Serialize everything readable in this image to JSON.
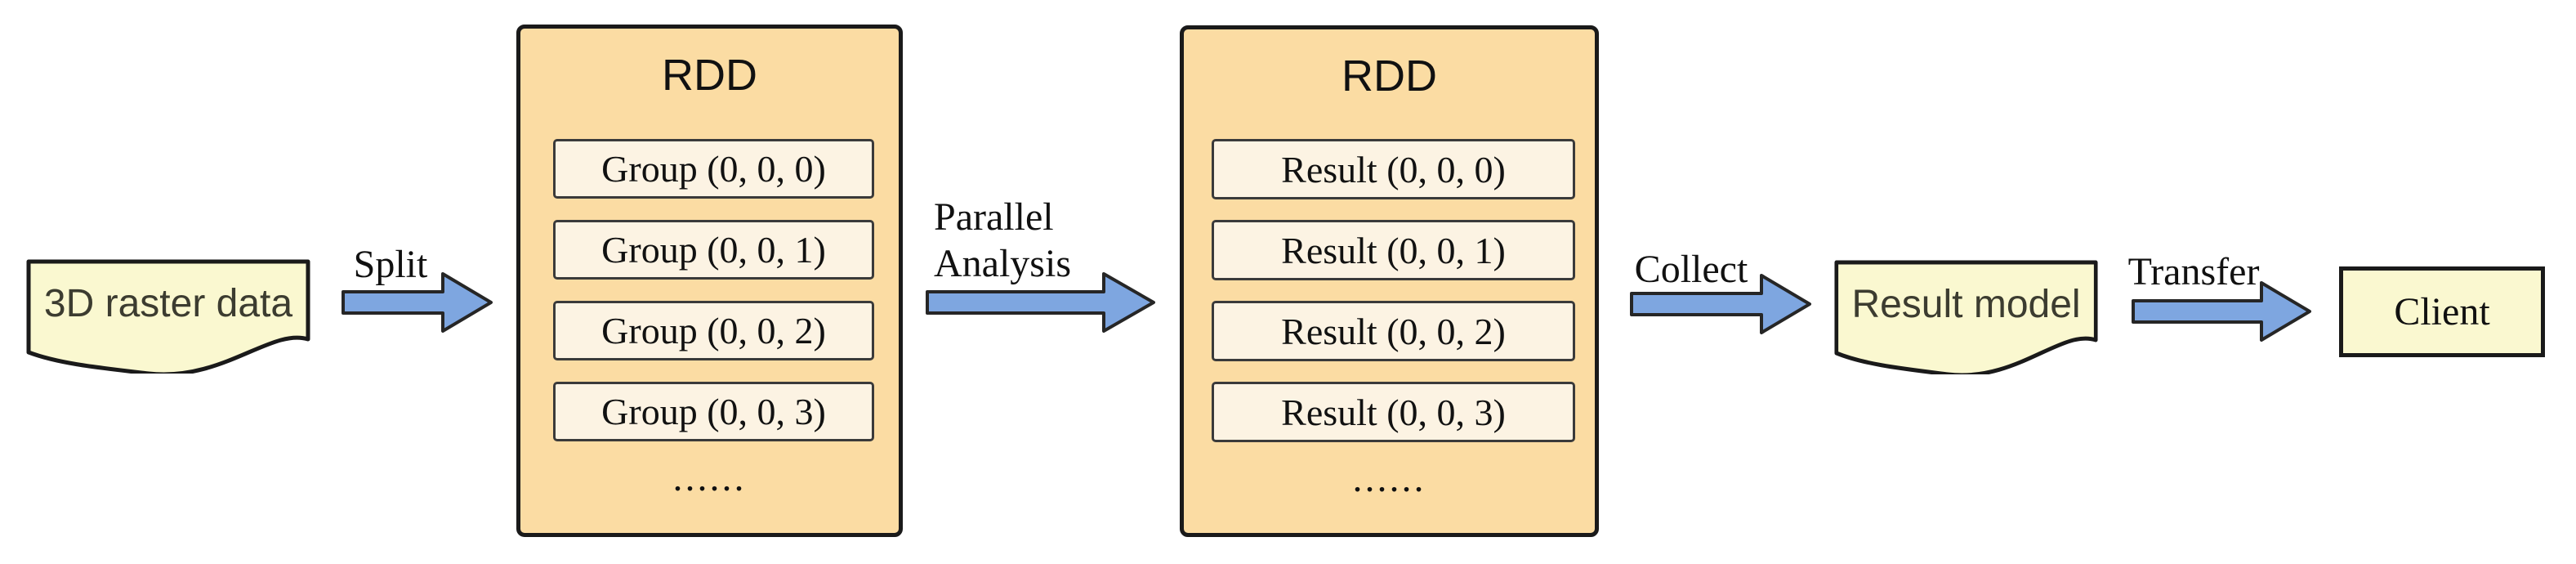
{
  "nodes": {
    "source": {
      "label": "3D raster data"
    },
    "rdd1": {
      "title": "RDD",
      "items": [
        "Group (0, 0, 0)",
        "Group (0, 0, 1)",
        "Group (0, 0, 2)",
        "Group (0, 0, 3)"
      ],
      "ellipsis": "......"
    },
    "rdd2": {
      "title": "RDD",
      "items": [
        "Result (0, 0, 0)",
        "Result (0, 0, 1)",
        "Result (0, 0, 2)",
        "Result (0, 0, 3)"
      ],
      "ellipsis": "......"
    },
    "result": {
      "label": "Result model"
    },
    "client": {
      "label": "Client"
    }
  },
  "edges": {
    "split": {
      "label": "Split"
    },
    "parallel": {
      "line1": "Parallel",
      "line2": "Analysis"
    },
    "collect": {
      "label": "Collect"
    },
    "transfer": {
      "label": "Transfer"
    }
  },
  "colors": {
    "background": "#FFFFFF",
    "arrow_fill": "#7EA6E0",
    "arrow_stroke": "#262626",
    "container_fill": "#FBDCA3",
    "container_stroke": "#1A1A1A",
    "item_fill": "#FCF3E3",
    "item_stroke": "#3A3A3A",
    "document_fill": "#FAF8D0",
    "document_text": "#3C3C30",
    "label_text": "#111111"
  }
}
